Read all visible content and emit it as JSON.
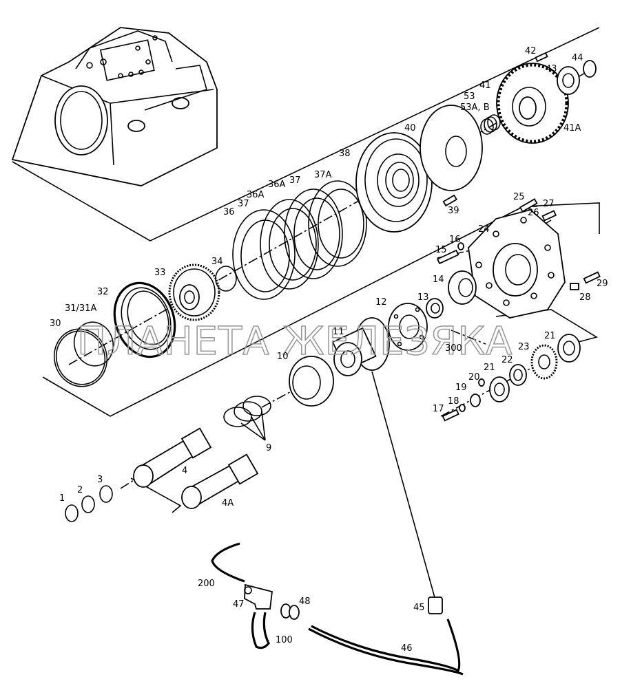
{
  "watermark": "ПЛАНЕТА ЖЕЛЕЗЯКА",
  "labels": {
    "p1": "1",
    "p2": "2",
    "p3": "3",
    "p4": "4",
    "p4a": "4A",
    "p9": "9",
    "p10": "10",
    "p11": "11",
    "p12": "12",
    "p13": "13",
    "p14": "14",
    "p15": "15",
    "p16": "16",
    "p17": "17",
    "p18": "18",
    "p19": "19",
    "p20": "20",
    "p21a": "21",
    "p21b": "21",
    "p22": "22",
    "p23": "23",
    "p24": "24",
    "p25": "25",
    "p26": "26",
    "p27": "27",
    "p28": "28",
    "p29": "29",
    "p30": "30",
    "p31": "31/31A",
    "p32": "32",
    "p33": "33",
    "p34": "34",
    "p36a": "36",
    "p37a": "37",
    "p36b": "36A",
    "p36c": "36A",
    "p37b": "37",
    "p37c": "37A",
    "p38": "38",
    "p39": "39",
    "p40": "40",
    "p41": "41",
    "p41a": "41A",
    "p42": "42",
    "p43": "43",
    "p44": "44",
    "p45": "45",
    "p46": "46",
    "p47": "47",
    "p48": "48",
    "p53": "53",
    "p53ab": "53A, B",
    "p100": "100",
    "p200": "200",
    "p300": "300"
  }
}
